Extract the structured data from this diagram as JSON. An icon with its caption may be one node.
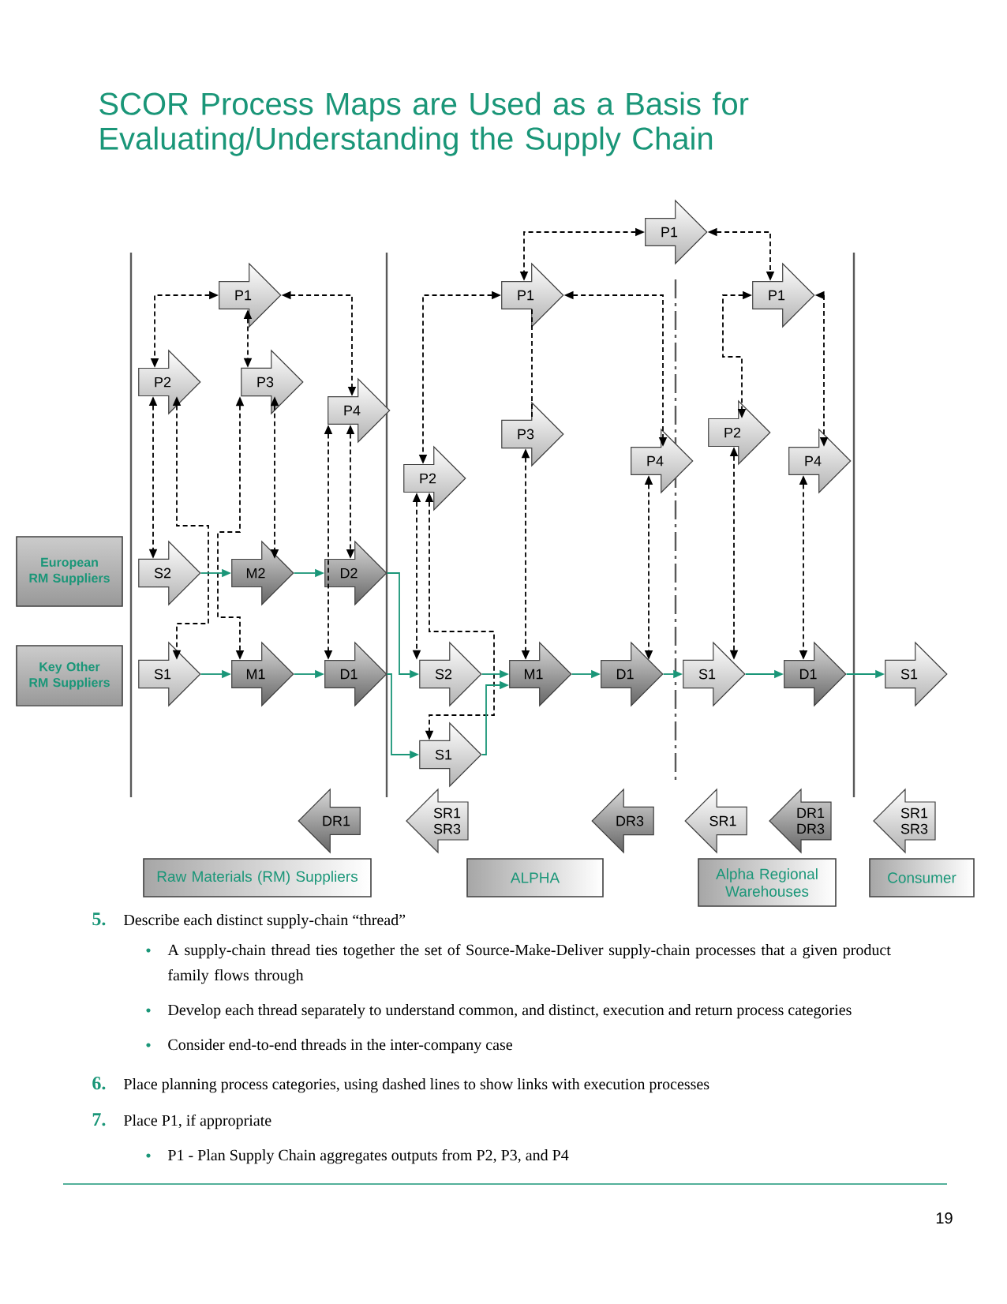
{
  "diagram": {
    "title": "SCOR Process Maps are Used as a Basis for Evaluating/Understanding the Supply Chain",
    "nodes": [
      {
        "text": [
          "P1"
        ]
      },
      {
        "text": [
          "P1"
        ]
      },
      {
        "text": [
          "P2"
        ]
      },
      {
        "text": [
          "P3"
        ]
      },
      {
        "text": [
          "P4"
        ]
      },
      {
        "text": [
          "S2"
        ]
      },
      {
        "text": [
          "M2"
        ]
      },
      {
        "text": [
          "D2"
        ]
      },
      {
        "text": [
          "S1"
        ]
      },
      {
        "text": [
          "M1"
        ]
      },
      {
        "text": [
          "D1"
        ]
      },
      {
        "text": [
          "P1"
        ]
      },
      {
        "text": [
          "P2"
        ]
      },
      {
        "text": [
          "P3"
        ]
      },
      {
        "text": [
          "P4"
        ]
      },
      {
        "text": [
          "S2"
        ]
      },
      {
        "text": [
          "M1"
        ]
      },
      {
        "text": [
          "D1"
        ]
      },
      {
        "text": [
          "S1"
        ]
      },
      {
        "text": [
          "P1"
        ]
      },
      {
        "text": [
          "P2"
        ]
      },
      {
        "text": [
          "P4"
        ]
      },
      {
        "text": [
          "S1"
        ]
      },
      {
        "text": [
          "D1"
        ]
      },
      {
        "text": [
          "S1"
        ]
      },
      {
        "text": [
          "European RM Suppliers"
        ]
      },
      {
        "text": [
          "Key Other RM Suppliers"
        ]
      },
      {
        "text": [
          "DR1"
        ]
      },
      {
        "text": [
          "SR1 SR3"
        ]
      },
      {
        "text": [
          "DR3"
        ]
      },
      {
        "text": [
          "SR1"
        ]
      },
      {
        "text": [
          "DR1 DR3"
        ]
      },
      {
        "text": [
          "SR1 SR3"
        ]
      },
      {
        "text": [
          "Raw Materials (RM) Suppliers"
        ]
      },
      {
        "text": [
          "ALPHA"
        ]
      },
      {
        "text": [
          "Alpha Regional Warehouses"
        ]
      },
      {
        "text": [
          "Consumer"
        ]
      }
    ],
    "edges": [
      {
        "from": 0,
        "to": 11,
        "arrow": "both",
        "style": "dashed"
      },
      {
        "from": 0,
        "to": 19,
        "arrow": "both",
        "style": "dashed"
      },
      {
        "from": 1,
        "to": 2,
        "arrow": "both",
        "style": "dashed"
      },
      {
        "from": 1,
        "to": 3,
        "arrow": "both",
        "style": "dashed"
      },
      {
        "from": 1,
        "to": 4,
        "arrow": "both",
        "style": "dashed"
      },
      {
        "from": 2,
        "to": 5,
        "arrow": "both",
        "style": "dashed"
      },
      {
        "from": 2,
        "to": 8,
        "arrow": "both",
        "style": "dashed"
      },
      {
        "from": 3,
        "to": 9,
        "arrow": "both",
        "style": "dashed"
      },
      {
        "from": 3,
        "to": 6,
        "arrow": "both",
        "style": "dashed"
      },
      {
        "from": 4,
        "to": 10,
        "arrow": "both",
        "style": "dashed"
      },
      {
        "from": 4,
        "to": 7,
        "arrow": "both",
        "style": "dashed"
      },
      {
        "from": 11,
        "to": 13,
        "arrow": "none",
        "style": "dashed"
      },
      {
        "from": 11,
        "to": 14,
        "arrow": "both",
        "style": "dashed"
      },
      {
        "from": 11,
        "to": 12,
        "arrow": "both",
        "style": "dashed"
      },
      {
        "from": 12,
        "to": 15,
        "arrow": "both",
        "style": "dashed"
      },
      {
        "from": 12,
        "to": 18,
        "arrow": "both",
        "style": "dashed"
      },
      {
        "from": 13,
        "to": 16,
        "arrow": "both",
        "style": "dashed"
      },
      {
        "from": 14,
        "to": 17,
        "arrow": "both",
        "style": "dashed"
      },
      {
        "from": 19,
        "to": 20,
        "arrow": "both",
        "style": "dashed"
      },
      {
        "from": 19,
        "to": 21,
        "arrow": "both",
        "style": "dashed"
      },
      {
        "from": 20,
        "to": 22,
        "arrow": "both",
        "style": "dashed"
      },
      {
        "from": 21,
        "to": 23,
        "arrow": "both",
        "style": "dashed"
      },
      {
        "from": 5,
        "to": 6,
        "arrow": "to",
        "color": "#1a9678"
      },
      {
        "from": 6,
        "to": 7,
        "arrow": "to",
        "color": "#1a9678"
      },
      {
        "from": 8,
        "to": 9,
        "arrow": "to",
        "color": "#1a9678"
      },
      {
        "from": 9,
        "to": 10,
        "arrow": "to",
        "color": "#1a9678"
      },
      {
        "from": 7,
        "to": 15,
        "arrow": "to",
        "color": "#1a9678"
      },
      {
        "from": 10,
        "to": 18,
        "arrow": "to",
        "color": "#1a9678"
      },
      {
        "from": 15,
        "to": 16,
        "arrow": "to",
        "color": "#1a9678"
      },
      {
        "from": 18,
        "to": 16,
        "arrow": "to",
        "color": "#1a9678"
      },
      {
        "from": 16,
        "to": 17,
        "arrow": "to",
        "color": "#1a9678"
      },
      {
        "from": 17,
        "to": 22,
        "arrow": "to",
        "color": "#1a9678"
      },
      {
        "from": 22,
        "to": 23,
        "arrow": "to",
        "color": "#1a9678"
      },
      {
        "from": 23,
        "to": 24,
        "arrow": "to",
        "color": "#1a9678"
      }
    ],
    "labels": [
      "5.",
      "Describe each distinct supply-chain “thread”",
      "A supply-chain thread ties together the set of Source-Make-Deliver supply-chain processes that a given product family flows through",
      "Develop each thread separately to understand common, and distinct, execution and return process categories",
      "Consider end-to-end threads in the inter-company case",
      "6.",
      "Place planning process categories, using dashed lines to show links with execution processes",
      "7.",
      "Place P1, if appropriate",
      "P1 - Plan Supply Chain aggregates outputs from P2, P3, and P4",
      "19"
    ]
  }
}
